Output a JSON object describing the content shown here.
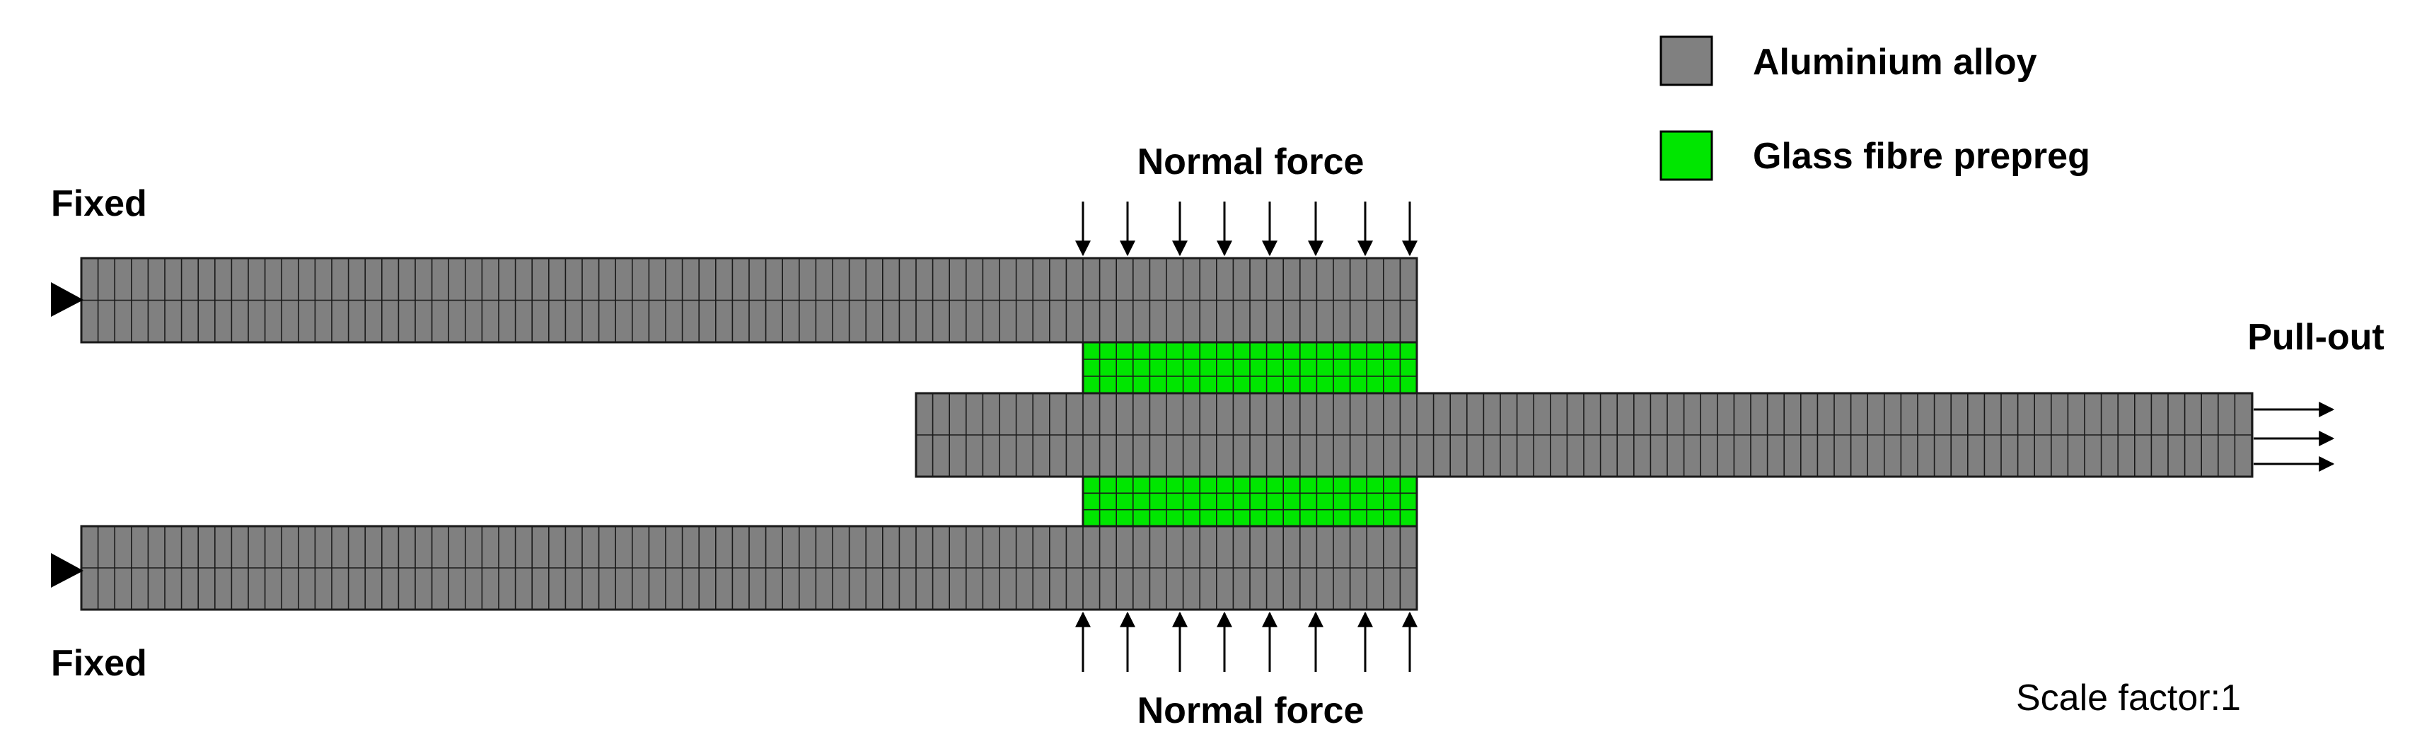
{
  "legend": {
    "items": [
      {
        "label": "Aluminium alloy",
        "color": "#808080"
      },
      {
        "label": "Glass fibre prepreg",
        "color": "#00e600"
      }
    ]
  },
  "labels": {
    "fixed_top": "Fixed",
    "fixed_bottom": "Fixed",
    "normal_force_top": "Normal force",
    "normal_force_bottom": "Normal force",
    "pull_out": "Pull-out",
    "scale_factor": "Scale factor:1"
  },
  "colors": {
    "aluminium": "#808080",
    "glass": "#00e600",
    "grid_line": "#1a1a1a"
  }
}
